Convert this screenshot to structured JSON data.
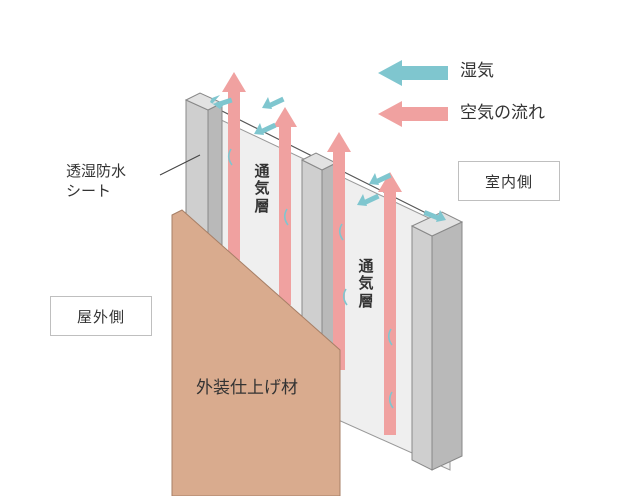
{
  "legend": {
    "moisture_label": "湿気",
    "airflow_label": "空気の流れ",
    "moisture_color": "#7fc6cf",
    "airflow_color": "#f0a1a0"
  },
  "labels": {
    "membrane": "透湿防水\nシート",
    "indoor": "室内側",
    "outdoor": "屋外側",
    "cladding": "外装仕上げ材",
    "air_layer_1": "通\n気\n層",
    "air_layer_2": "通\n気\n層"
  },
  "colors": {
    "cladding": "#d9ab8e",
    "stud": "#c9c9c9",
    "membrane": "#eeeeee"
  }
}
